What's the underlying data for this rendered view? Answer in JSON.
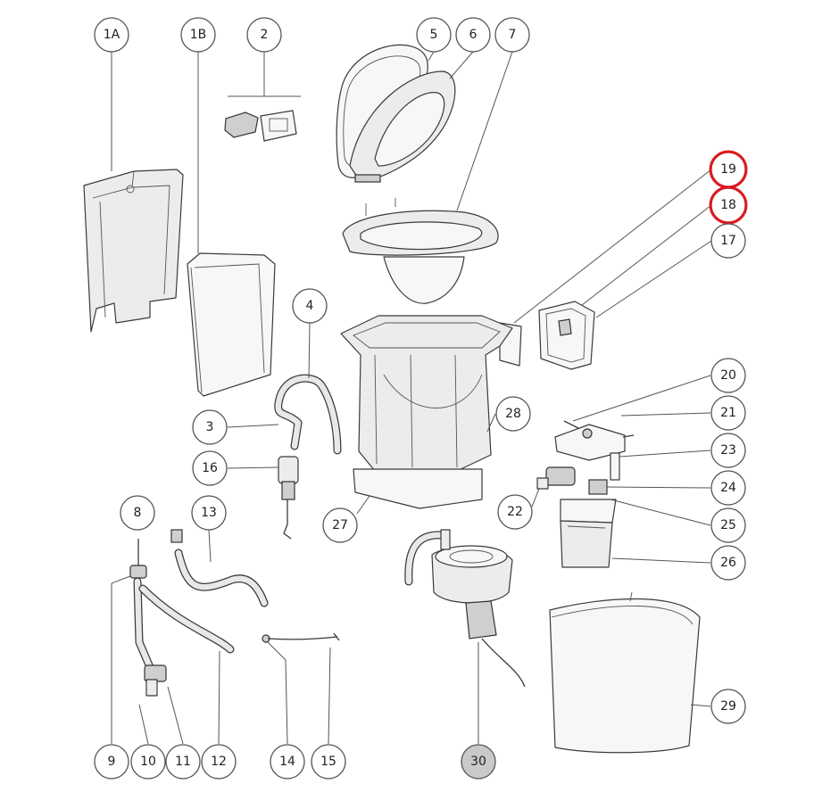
{
  "callouts": [
    {
      "id": "c-1a",
      "label": "1A"
    },
    {
      "id": "c-1b",
      "label": "1B"
    },
    {
      "id": "c-2",
      "label": "2"
    },
    {
      "id": "c-5",
      "label": "5"
    },
    {
      "id": "c-6",
      "label": "6"
    },
    {
      "id": "c-7",
      "label": "7"
    },
    {
      "id": "c-19",
      "label": "19",
      "highlighted": true
    },
    {
      "id": "c-18",
      "label": "18",
      "highlighted": true
    },
    {
      "id": "c-17",
      "label": "17"
    },
    {
      "id": "c-4",
      "label": "4"
    },
    {
      "id": "c-3",
      "label": "3"
    },
    {
      "id": "c-16",
      "label": "16"
    },
    {
      "id": "c-28",
      "label": "28"
    },
    {
      "id": "c-27",
      "label": "27"
    },
    {
      "id": "c-20",
      "label": "20"
    },
    {
      "id": "c-21",
      "label": "21"
    },
    {
      "id": "c-23",
      "label": "23"
    },
    {
      "id": "c-24",
      "label": "24"
    },
    {
      "id": "c-22",
      "label": "22"
    },
    {
      "id": "c-25",
      "label": "25"
    },
    {
      "id": "c-26",
      "label": "26"
    },
    {
      "id": "c-8",
      "label": "8"
    },
    {
      "id": "c-13",
      "label": "13"
    },
    {
      "id": "c-29",
      "label": "29"
    },
    {
      "id": "c-9",
      "label": "9"
    },
    {
      "id": "c-10",
      "label": "10"
    },
    {
      "id": "c-11",
      "label": "11"
    },
    {
      "id": "c-12",
      "label": "12"
    },
    {
      "id": "c-14",
      "label": "14"
    },
    {
      "id": "c-15",
      "label": "15"
    },
    {
      "id": "c-30",
      "label": "30",
      "shaded": true
    }
  ],
  "colors": {
    "highlight": "#e0191f",
    "shaded_callout": "#c9c9c9",
    "line": "#555555"
  }
}
